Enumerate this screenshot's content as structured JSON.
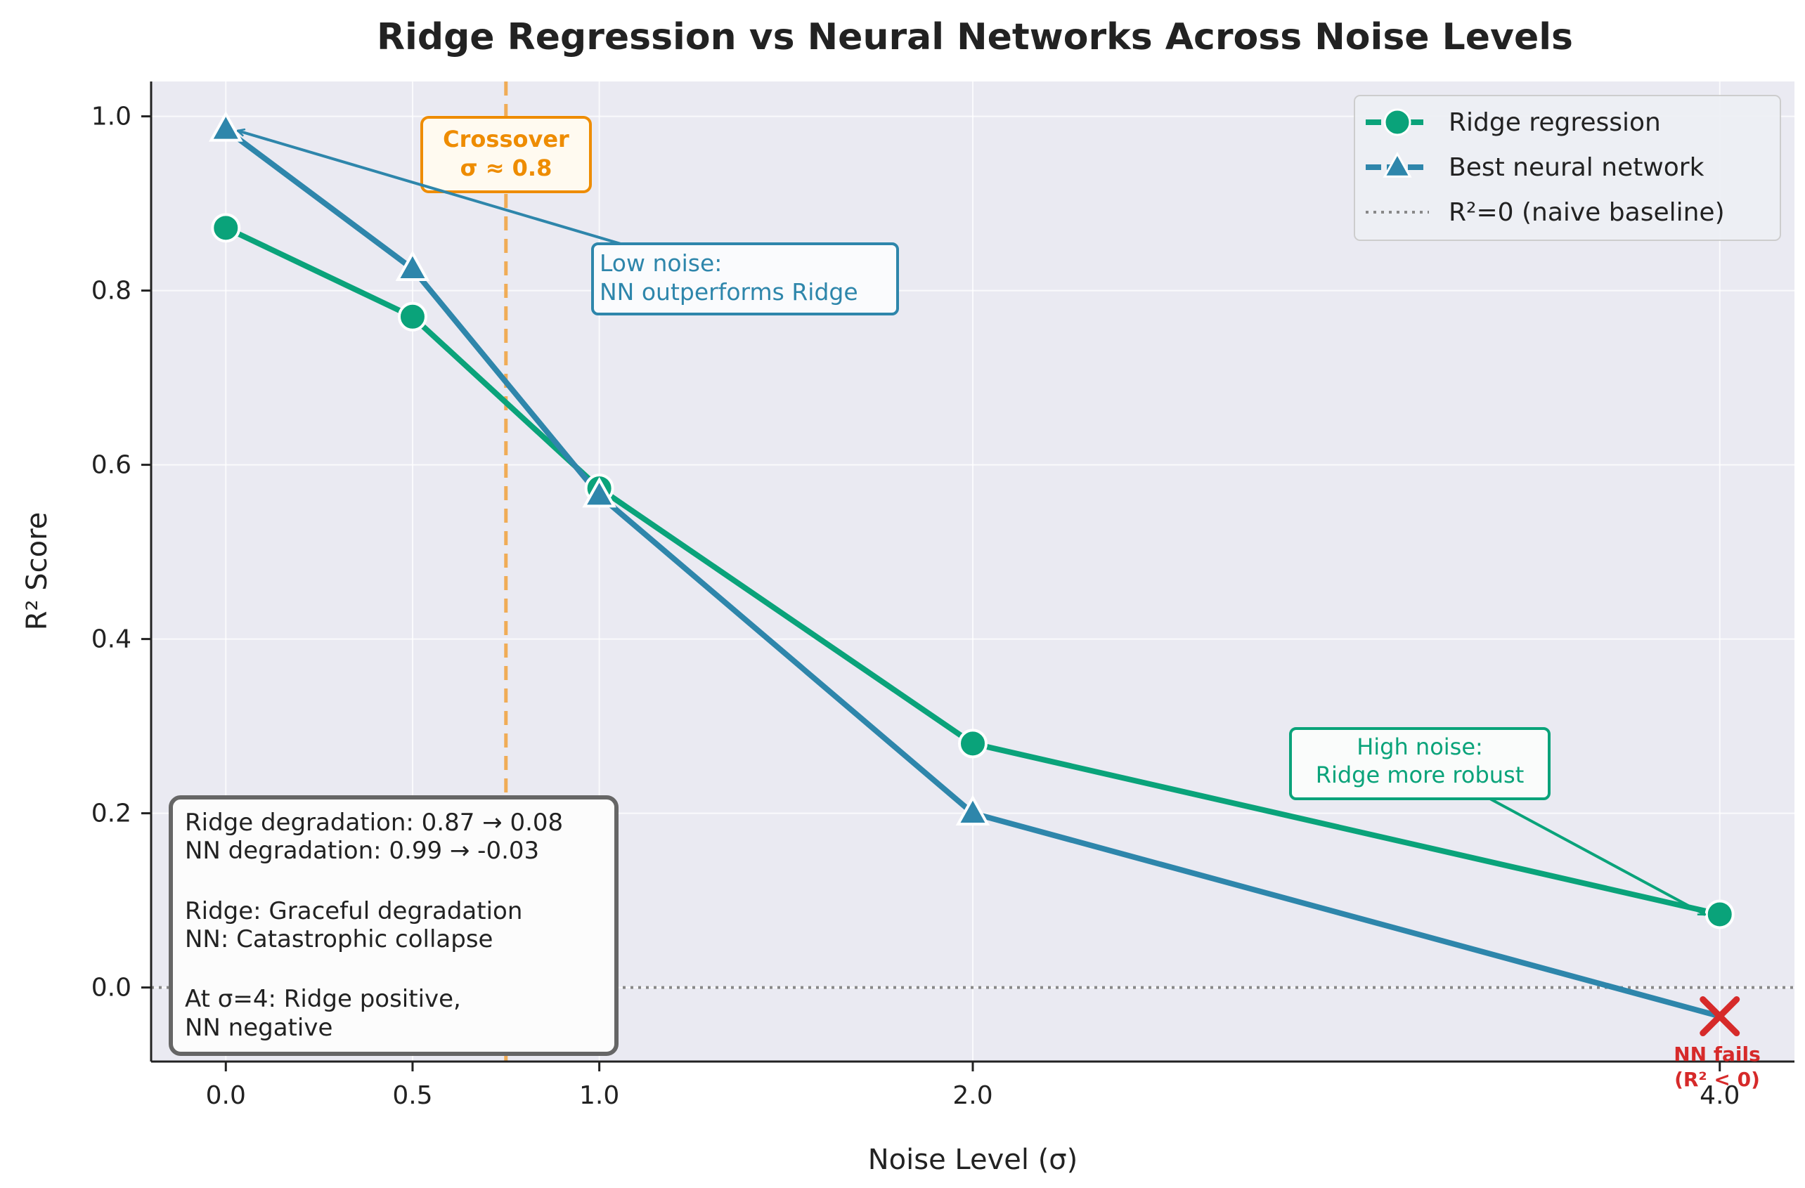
{
  "chart_data": {
    "type": "line",
    "title": "Ridge Regression vs Neural Networks Across Noise Levels",
    "xlabel": "Noise Level (σ)",
    "ylabel": "R² Score",
    "xlim": [
      -0.2,
      4.2
    ],
    "ylim": [
      -0.085,
      1.04
    ],
    "x_ticks": [
      0.0,
      0.5,
      1.0,
      2.0,
      4.0
    ],
    "x_tick_labels": [
      "0.0",
      "0.5",
      "1.0",
      "2.0",
      "4.0"
    ],
    "y_ticks": [
      0.0,
      0.2,
      0.4,
      0.6,
      0.8,
      1.0
    ],
    "y_tick_labels": [
      "0.0",
      "0.2",
      "0.4",
      "0.6",
      "0.8",
      "1.0"
    ],
    "grid": true,
    "legend_position": "upper right",
    "series": [
      {
        "name": "Ridge regression",
        "marker": "circle",
        "color": "#0aa37a",
        "x": [
          0.0,
          0.5,
          1.0,
          2.0,
          4.0
        ],
        "values": [
          0.872,
          0.77,
          0.573,
          0.28,
          0.084
        ]
      },
      {
        "name": "Best neural network",
        "marker": "triangle",
        "color": "#2e86ab",
        "x": [
          0.0,
          0.5,
          1.0,
          2.0,
          4.0
        ],
        "values": [
          0.985,
          0.825,
          0.565,
          0.2,
          -0.033
        ]
      }
    ],
    "baseline": {
      "name": "R²=0 (naive baseline)",
      "y": 0,
      "color": "#888888"
    },
    "crossover_line": {
      "x": 0.75,
      "color": "#f2a23c"
    },
    "annotations": {
      "crossover": [
        "Crossover",
        "σ ≈ 0.8"
      ],
      "low_noise": [
        "Low noise:",
        "NN outperforms Ridge"
      ],
      "high_noise": [
        "High noise:",
        "Ridge more robust"
      ],
      "nn_fails": [
        "NN fails",
        "(R² < 0)"
      ]
    },
    "stats_box": [
      "Ridge degradation: 0.87 → 0.08",
      "NN degradation: 0.99 → -0.03",
      "",
      "Ridge: Graceful degradation",
      "NN: Catastrophic collapse",
      "",
      "At σ=4: Ridge positive,",
      "NN negative"
    ],
    "colors": {
      "ridge": "#0aa37a",
      "nn": "#2e86ab",
      "crossover": "#ee8c00",
      "fail": "#d62a2a",
      "plot_bg": "#eaeaf2"
    }
  }
}
